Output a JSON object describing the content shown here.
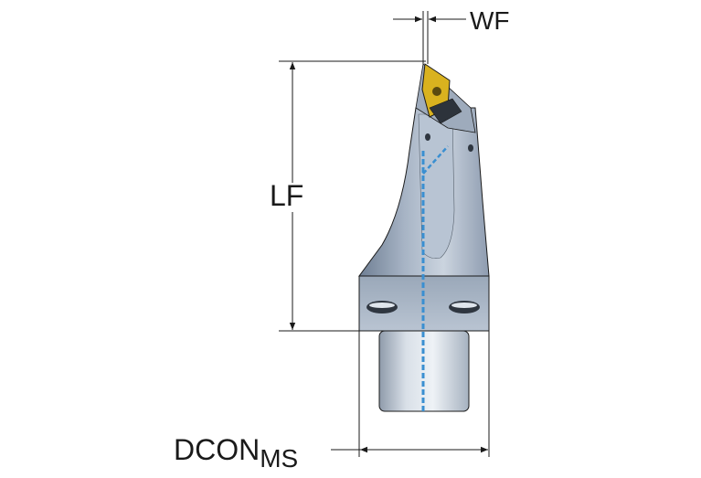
{
  "dimensions": {
    "wf": "WF",
    "lf": "LF",
    "dcon_main": "DCON",
    "dcon_sub": "MS"
  },
  "colors": {
    "body_dark": "#7f8fa3",
    "body_mid": "#a9b6c7",
    "body_light": "#d5dde7",
    "coolant_channel": "#3a8fd1",
    "insert": "#d9b21f",
    "line": "#1a1a1a"
  }
}
